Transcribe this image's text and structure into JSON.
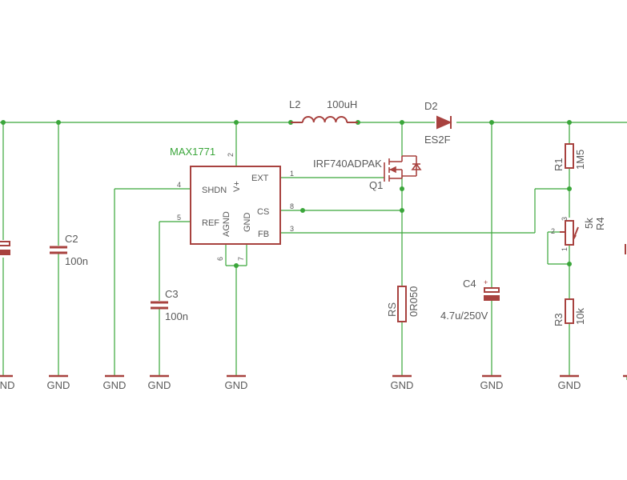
{
  "colors": {
    "wire": "#3aa63a",
    "part": "#a8423f",
    "text": "#5a5a5a",
    "ic_name": "#3aa63a",
    "background": "#ffffff"
  },
  "ic": {
    "name": "MAX1771",
    "pins": {
      "vplus": {
        "num": "2",
        "name": "V+"
      },
      "ext": {
        "num": "1",
        "name": "EXT"
      },
      "shdn": {
        "num": "4",
        "name": "SHDN"
      },
      "cs": {
        "num": "8",
        "name": "CS"
      },
      "ref": {
        "num": "5",
        "name": "REF"
      },
      "agnd": {
        "num": "6",
        "name": "AGND"
      },
      "gnd": {
        "num": "7",
        "name": "GND"
      },
      "fb": {
        "num": "3",
        "name": "FB"
      }
    }
  },
  "parts": {
    "l2": {
      "ref": "L2",
      "value": "100uH"
    },
    "d2": {
      "ref": "D2",
      "value": "ES2F"
    },
    "q1": {
      "ref": "Q1",
      "value": "IRF740ADPAK"
    },
    "c2": {
      "ref": "C2",
      "value": "100n"
    },
    "c3": {
      "ref": "C3",
      "value": "100n"
    },
    "c4": {
      "ref": "C4",
      "value": "4.7u/250V",
      "polarity": "+"
    },
    "rs": {
      "ref": "RS",
      "value": "0R050"
    },
    "r1": {
      "ref": "R1",
      "value": "1M5"
    },
    "r3": {
      "ref": "R3",
      "value": "10k"
    },
    "r4": {
      "ref": "R4",
      "value": "5k",
      "pin1": "1",
      "pin2": "2",
      "pin3": "3"
    }
  },
  "gnd_label": "GND"
}
